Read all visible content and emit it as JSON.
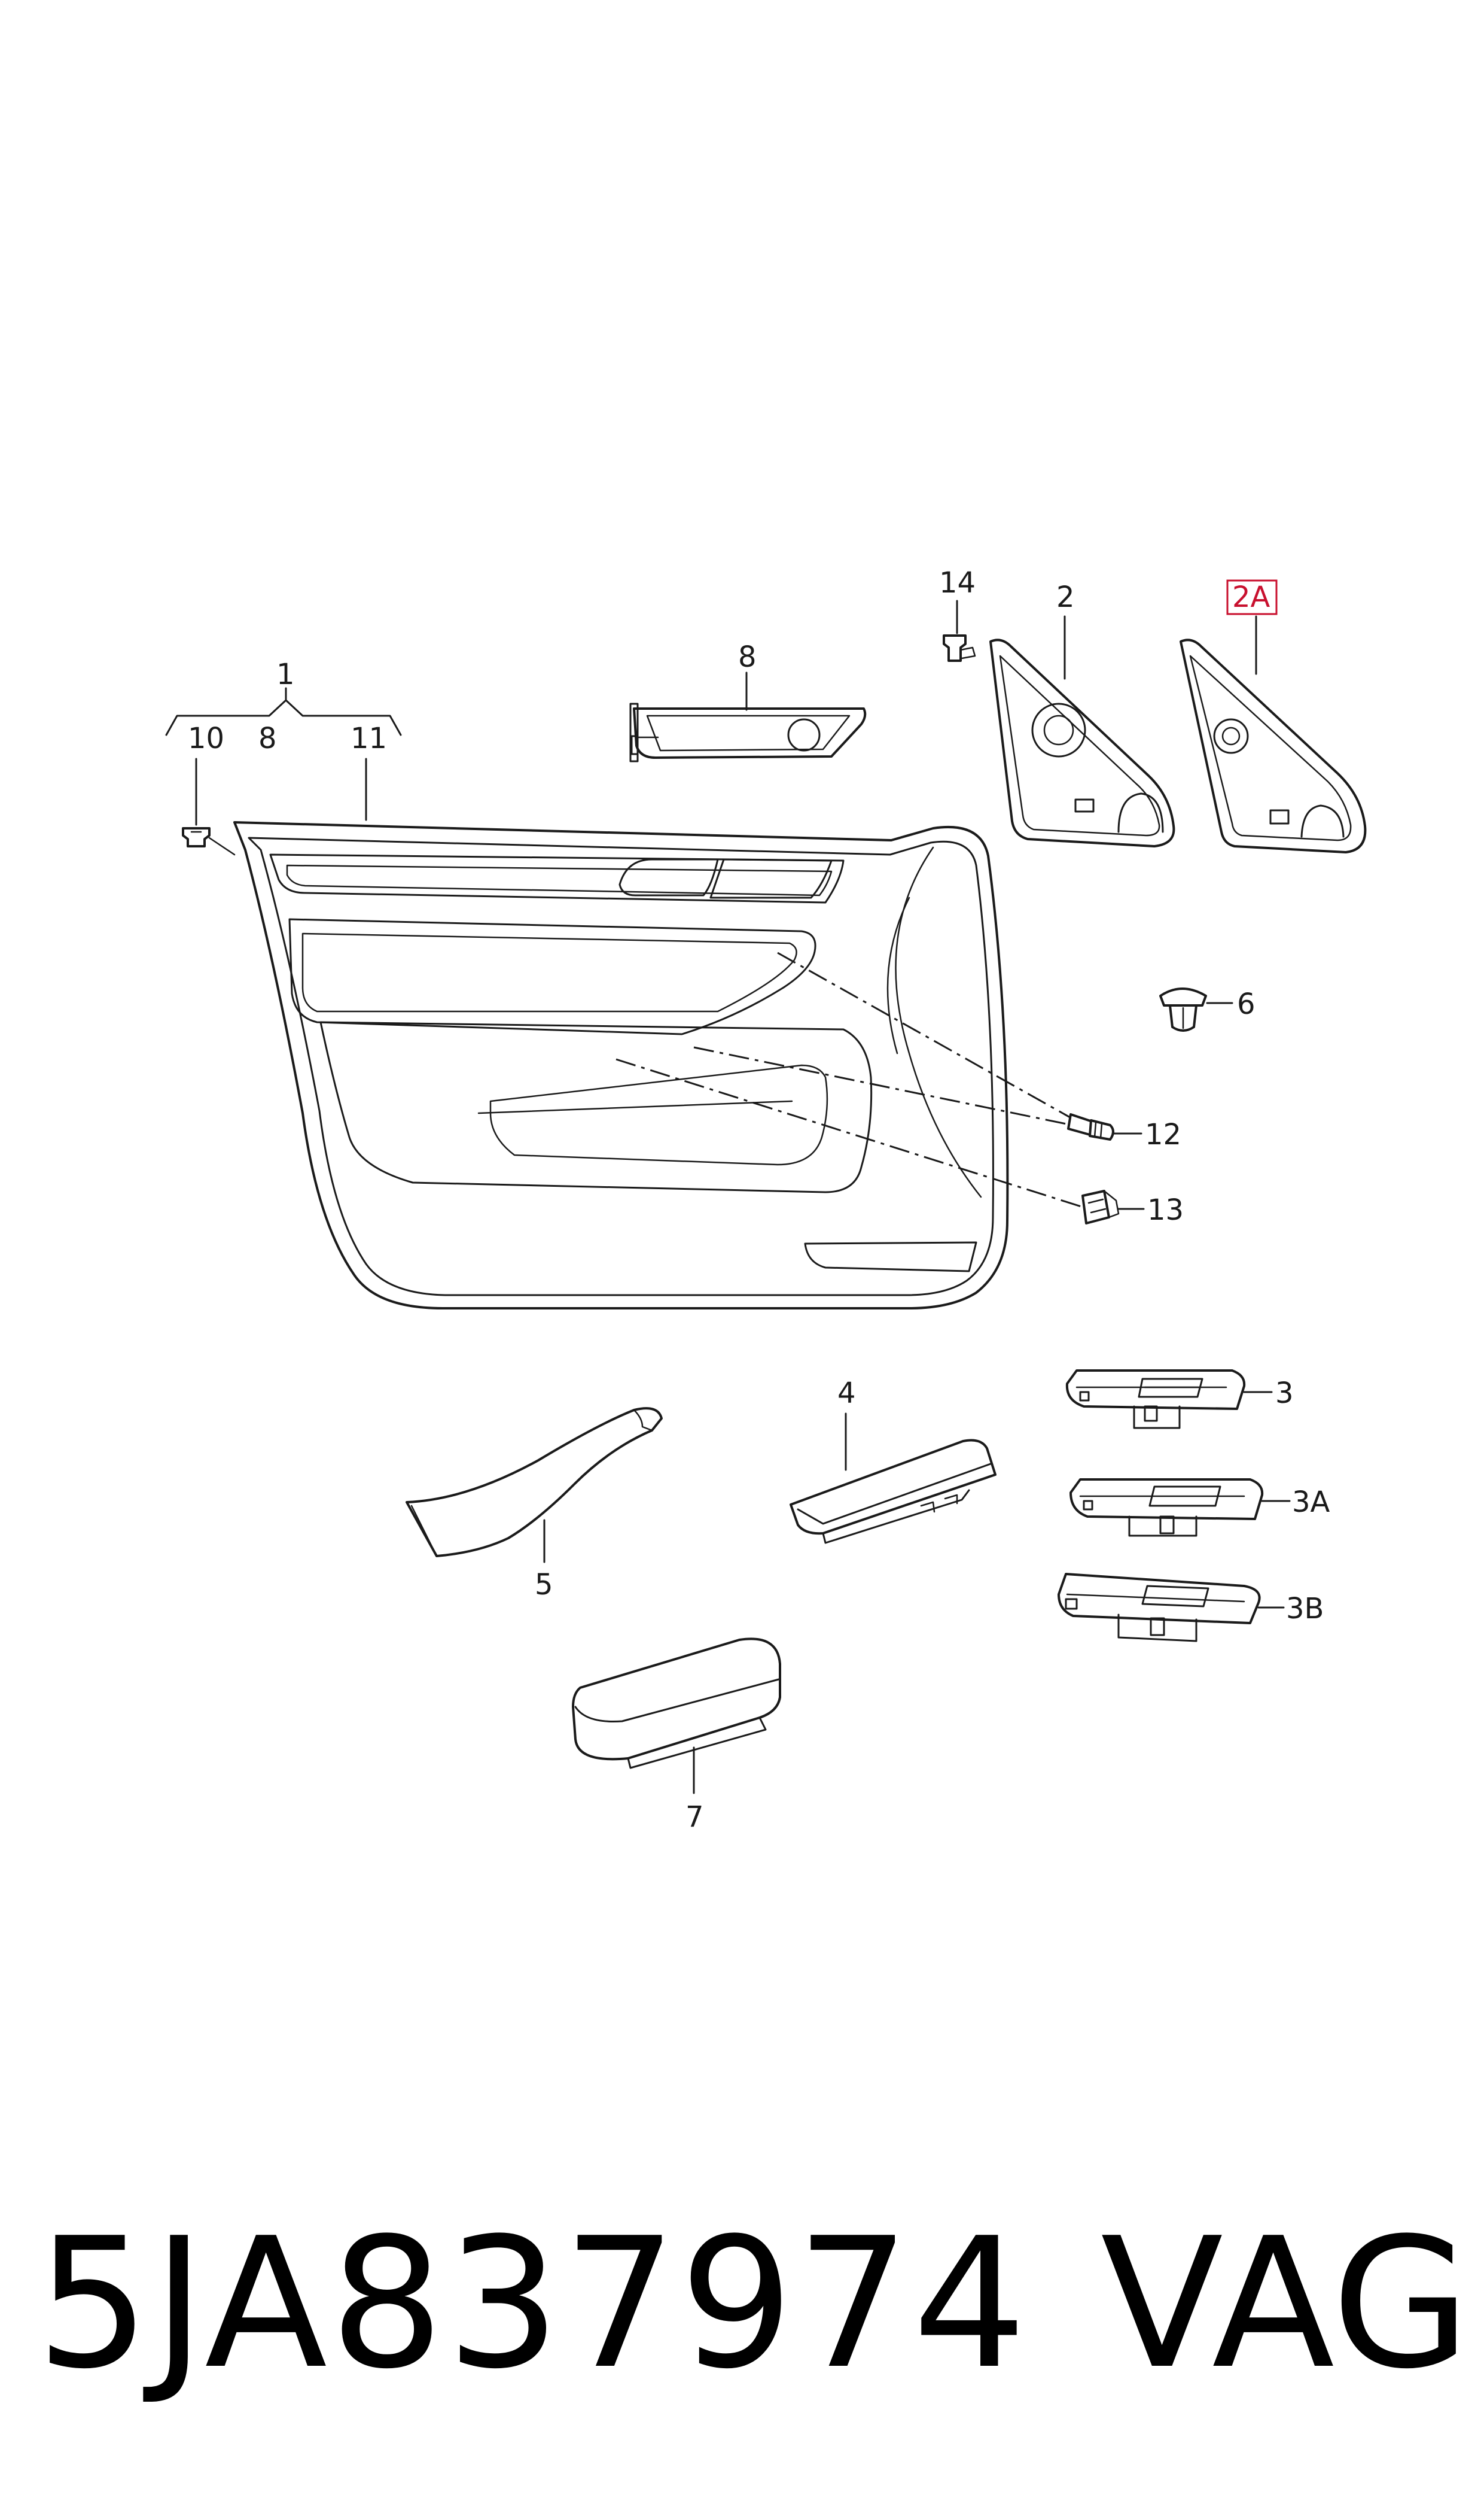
{
  "diagram": {
    "labels": {
      "l1": "1",
      "l8_group": "8",
      "l10": "10",
      "l11": "11",
      "l8": "8",
      "l14": "14",
      "l2": "2",
      "l2A": "2A",
      "l6": "6",
      "l12": "12",
      "l13": "13",
      "l3": "3",
      "l3A": "3A",
      "l3B": "3B",
      "l4": "4",
      "l5": "5",
      "l7": "7"
    },
    "highlight_color": "#c8102e",
    "line_color": "#1a1a1a"
  },
  "footer": {
    "part_number": "5JA837974",
    "brand": "VAG"
  }
}
